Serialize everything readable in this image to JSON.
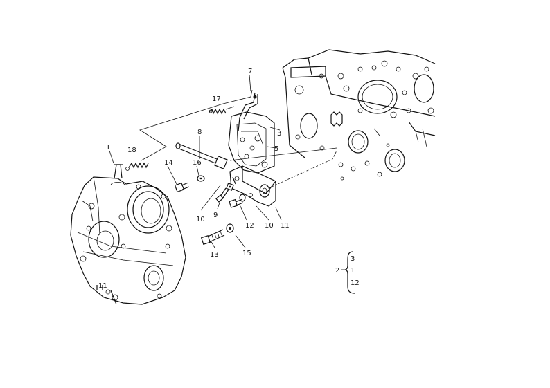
{
  "diagram": {
    "callouts": [
      {
        "id": "c1",
        "text": "1"
      },
      {
        "id": "c7",
        "text": "7"
      },
      {
        "id": "c17",
        "text": "17"
      },
      {
        "id": "c8",
        "text": "8"
      },
      {
        "id": "c18",
        "text": "18"
      },
      {
        "id": "c14",
        "text": "14"
      },
      {
        "id": "c16",
        "text": "16"
      },
      {
        "id": "c3",
        "text": "3"
      },
      {
        "id": "c5",
        "text": "5"
      },
      {
        "id": "c9",
        "text": "9"
      },
      {
        "id": "c10a",
        "text": "10"
      },
      {
        "id": "c12",
        "text": "12"
      },
      {
        "id": "c10b",
        "text": "10"
      },
      {
        "id": "c11",
        "text": "11"
      },
      {
        "id": "c13",
        "text": "13"
      },
      {
        "id": "c15",
        "text": "15"
      },
      {
        "id": "c11b",
        "text": "11"
      }
    ],
    "legend": {
      "parent": "2",
      "children": [
        "3",
        "1",
        "12"
      ]
    }
  }
}
